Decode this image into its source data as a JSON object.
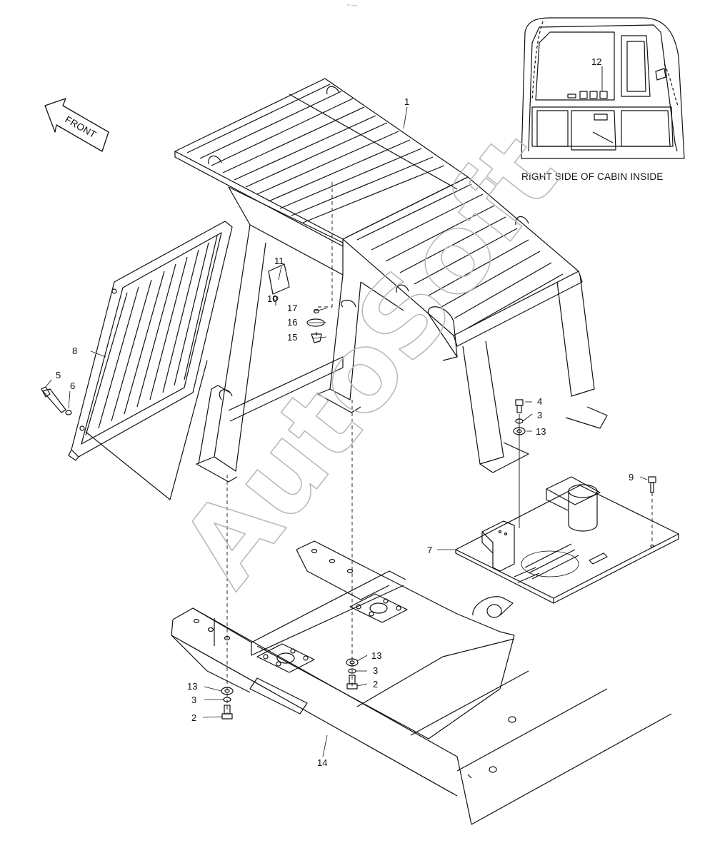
{
  "diagram": {
    "front_label": "FRONT",
    "inset_caption": "RIGHT SIDE OF CABIN INSIDE",
    "watermark": "AutoSoft",
    "callouts": {
      "c1": "1",
      "c2a": "2",
      "c2b": "2",
      "c3a": "3",
      "c3b": "3",
      "c3c": "3",
      "c4": "4",
      "c5": "5",
      "c6": "6",
      "c7": "7",
      "c8": "8",
      "c9": "9",
      "c10": "10",
      "c11": "11",
      "c12": "12",
      "c13a": "13",
      "c13b": "13",
      "c13c": "13",
      "c14": "14",
      "c15": "15",
      "c16": "16",
      "c17": "17"
    }
  }
}
